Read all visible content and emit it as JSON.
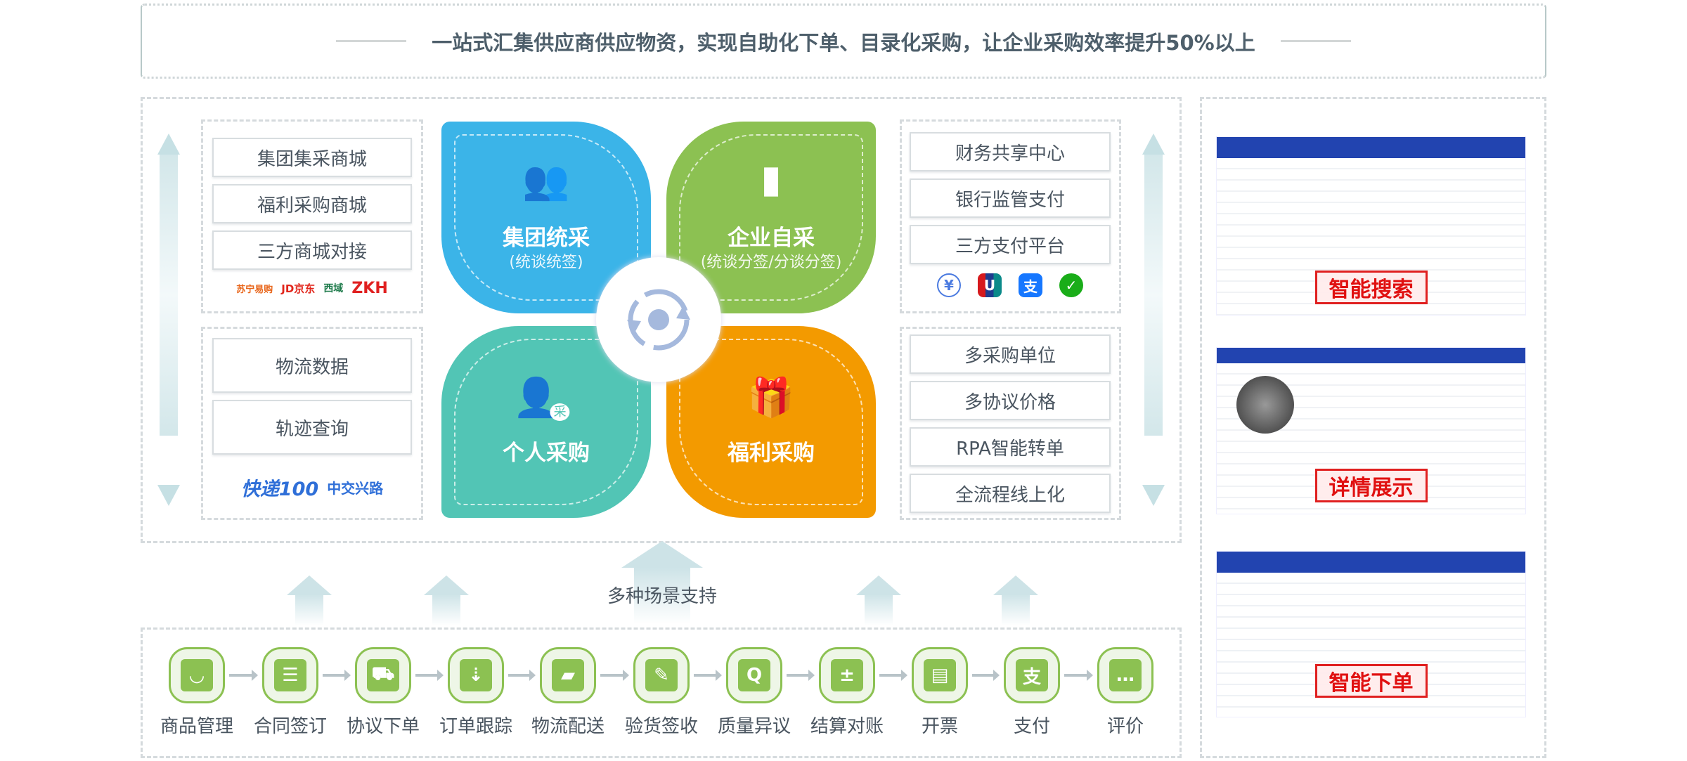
{
  "banner": {
    "text": "一站式汇集供应商供应物资，实现自助化下单、目录化采购，让企业采购效率提升50%以上"
  },
  "left_top": {
    "items": [
      "集团集采商城",
      "福利采购商城",
      "三方商城对接"
    ],
    "logos": [
      "苏宁易购",
      "JD京东",
      "西域",
      "ZKH"
    ]
  },
  "left_bottom": {
    "items": [
      "物流数据",
      "轨迹查询"
    ],
    "logos": [
      "快递100",
      "中交兴路"
    ]
  },
  "quadrants": [
    {
      "title": "集团统采",
      "subtitle": "(统谈统签)",
      "icon": "group-icon",
      "color": "#3bb4e8"
    },
    {
      "title": "企业自采",
      "subtitle": "(统谈分签/分谈分签)",
      "icon": "building-icon",
      "color": "#8cc152"
    },
    {
      "title": "个人采购",
      "subtitle": "",
      "icon": "person-purchase-icon",
      "badge": "采",
      "color": "#52c5b5"
    },
    {
      "title": "福利采购",
      "subtitle": "",
      "icon": "gift-icon",
      "color": "#f39a00"
    }
  ],
  "right_top": {
    "items": [
      "财务共享中心",
      "银行监管支付",
      "三方支付平台"
    ],
    "payment_icons": [
      "yuan-icon",
      "unionpay-icon",
      "alipay-icon",
      "wechat-pay-icon"
    ]
  },
  "right_bottom": {
    "items": [
      "多采购单位",
      "多协议价格",
      "RPA智能转单",
      "全流程线上化"
    ]
  },
  "scenes": {
    "label": "多种场景支持"
  },
  "process": {
    "steps": [
      {
        "label": "商品管理",
        "icon": "shopping-bag-icon",
        "glyph": "◡"
      },
      {
        "label": "合同签订",
        "icon": "contract-icon",
        "glyph": "☰"
      },
      {
        "label": "协议下单",
        "icon": "cart-icon",
        "glyph": "⛟"
      },
      {
        "label": "订单跟踪",
        "icon": "tracking-icon",
        "glyph": "⇣"
      },
      {
        "label": "物流配送",
        "icon": "truck-icon",
        "glyph": "▰"
      },
      {
        "label": "验货签收",
        "icon": "sign-icon",
        "glyph": "✎"
      },
      {
        "label": "质量异议",
        "icon": "shield-icon",
        "glyph": "Q"
      },
      {
        "label": "结算对账",
        "icon": "calculator-icon",
        "glyph": "±"
      },
      {
        "label": "开票",
        "icon": "invoice-icon",
        "glyph": "▤"
      },
      {
        "label": "支付",
        "icon": "alipay-icon",
        "glyph": "支"
      },
      {
        "label": "评价",
        "icon": "comment-icon",
        "glyph": "…"
      }
    ]
  },
  "screenshots": [
    {
      "label": "智能搜索"
    },
    {
      "label": "详情展示"
    },
    {
      "label": "智能下单"
    }
  ],
  "colors": {
    "green": "#8cc152",
    "blue": "#3bb4e8",
    "teal": "#52c5b5",
    "orange": "#f39a00",
    "red": "#e01010"
  }
}
